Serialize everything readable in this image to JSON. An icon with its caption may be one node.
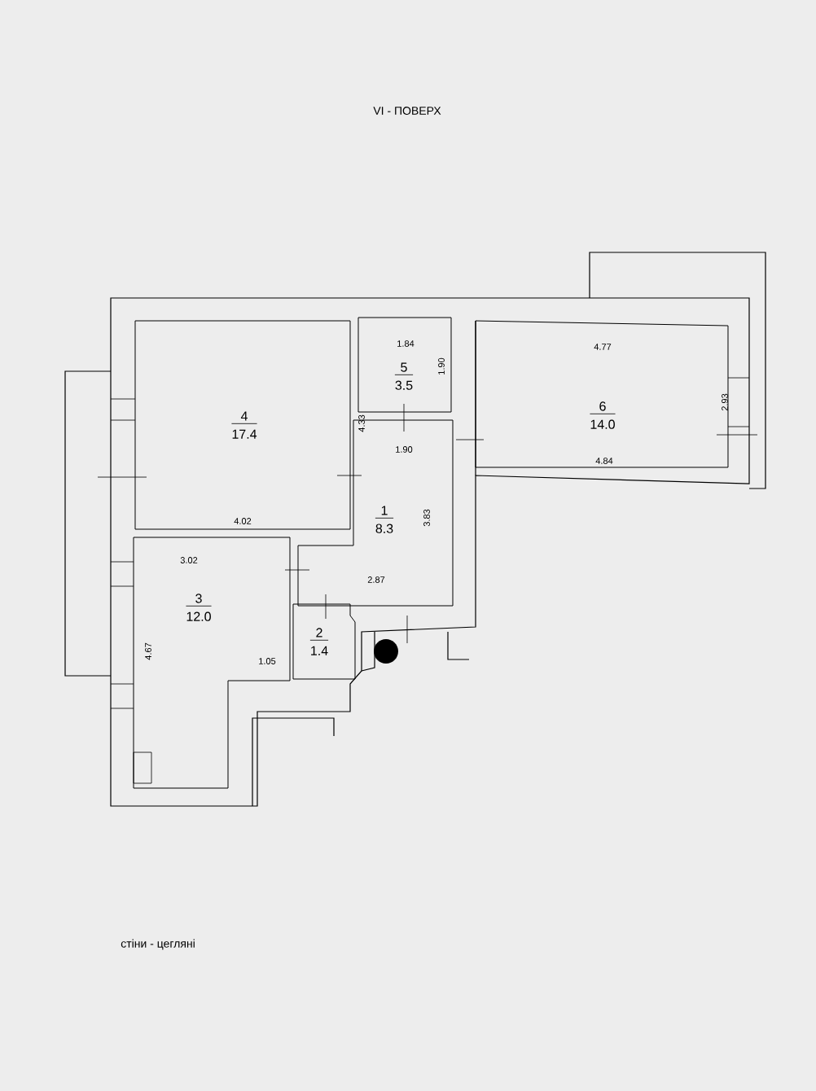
{
  "diagram": {
    "title": "VI - ПОВЕРХ",
    "nodes": [
      {
        "text": [
          "4",
          "17.4"
        ]
      },
      {
        "text": [
          "5",
          "3.5"
        ]
      },
      {
        "text": [
          "6",
          "14.0"
        ]
      },
      {
        "text": [
          "1",
          "8.3"
        ]
      },
      {
        "text": [
          "3",
          "12.0"
        ]
      },
      {
        "text": [
          "2",
          "1.4"
        ]
      }
    ],
    "labels": [
      "1.84",
      "1.90",
      "4.77",
      "4.33",
      "2.93",
      "1.90",
      "4.84",
      "4.02",
      "3.83",
      "3.02",
      "2.87",
      "4.67",
      "1.05",
      "стіни - цегляні"
    ]
  }
}
